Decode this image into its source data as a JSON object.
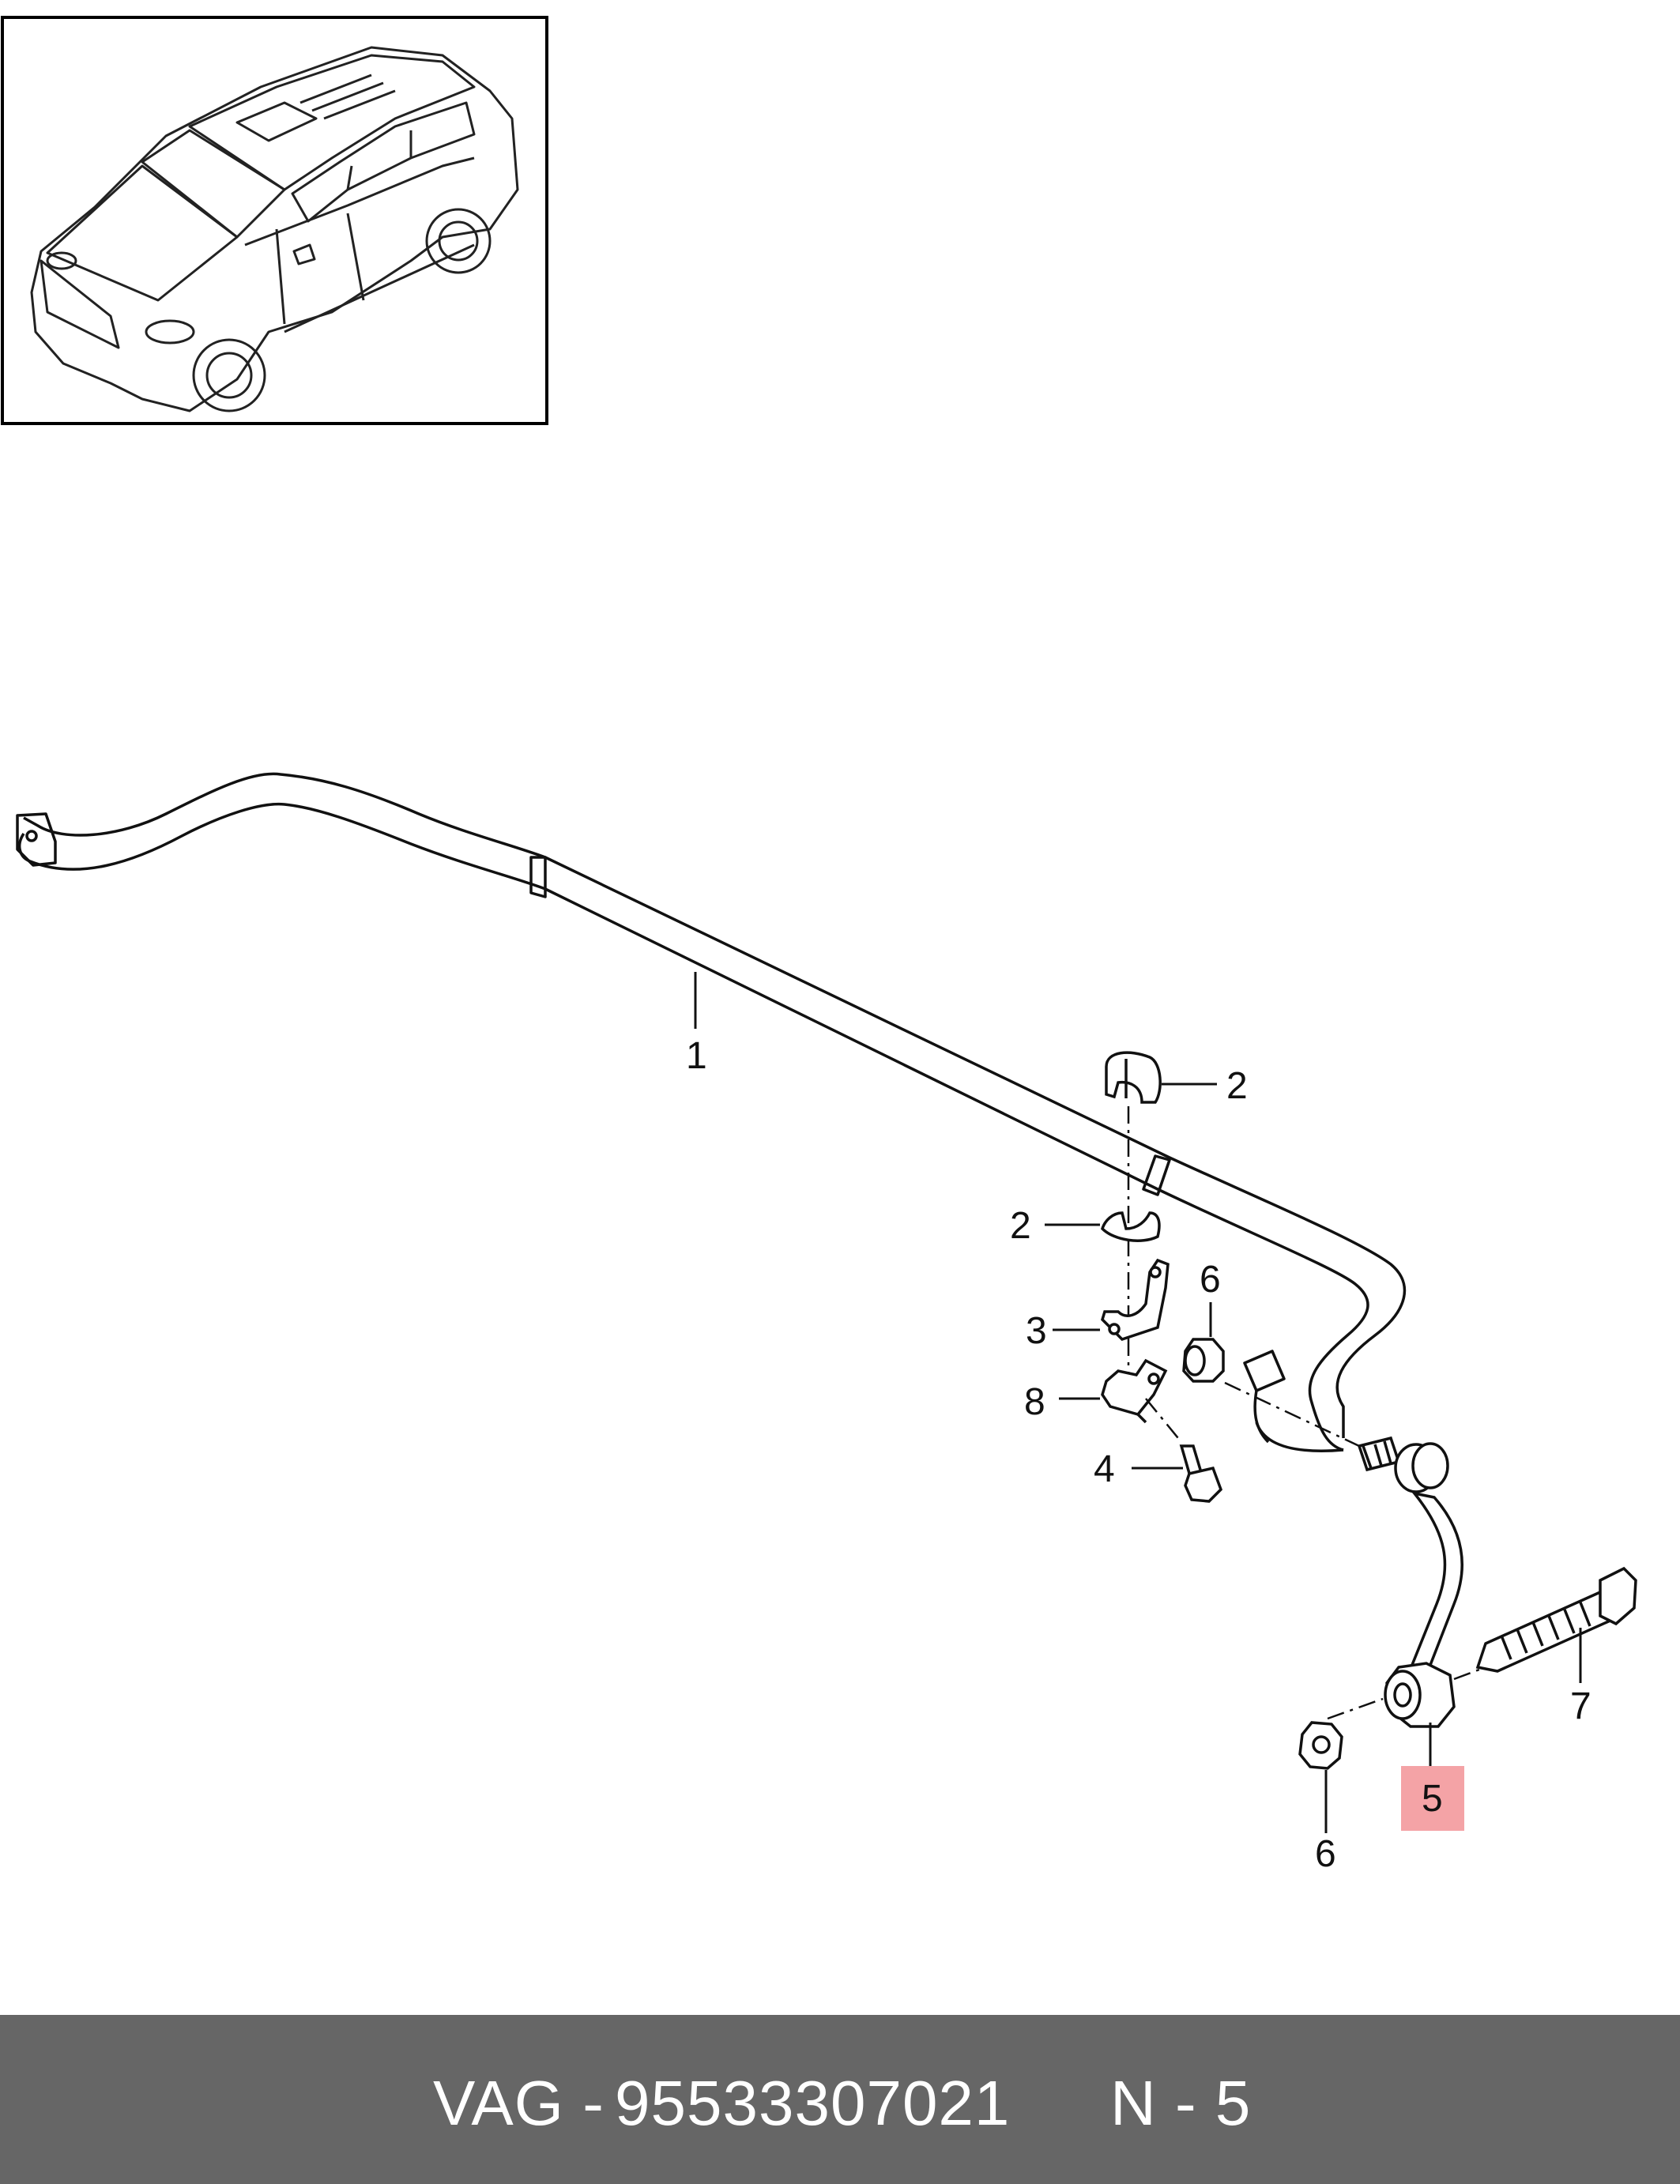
{
  "diagram": {
    "thumbnail": {
      "icon": "car-suv-icon"
    },
    "highlight_color": "#f4a3a6",
    "callouts": [
      {
        "id": "part-1",
        "label": "1"
      },
      {
        "id": "part-2-top",
        "label": "2"
      },
      {
        "id": "part-2-bottom",
        "label": "2"
      },
      {
        "id": "part-3",
        "label": "3"
      },
      {
        "id": "part-4",
        "label": "4"
      },
      {
        "id": "part-5",
        "label": "5",
        "highlighted": true
      },
      {
        "id": "part-6-top",
        "label": "6"
      },
      {
        "id": "part-6-bottom",
        "label": "6"
      },
      {
        "id": "part-7",
        "label": "7"
      },
      {
        "id": "part-8",
        "label": "8"
      }
    ]
  },
  "footer": {
    "brand": "VAG -",
    "part_number": "95533307021",
    "position": "N - 5",
    "background": "#666666"
  }
}
